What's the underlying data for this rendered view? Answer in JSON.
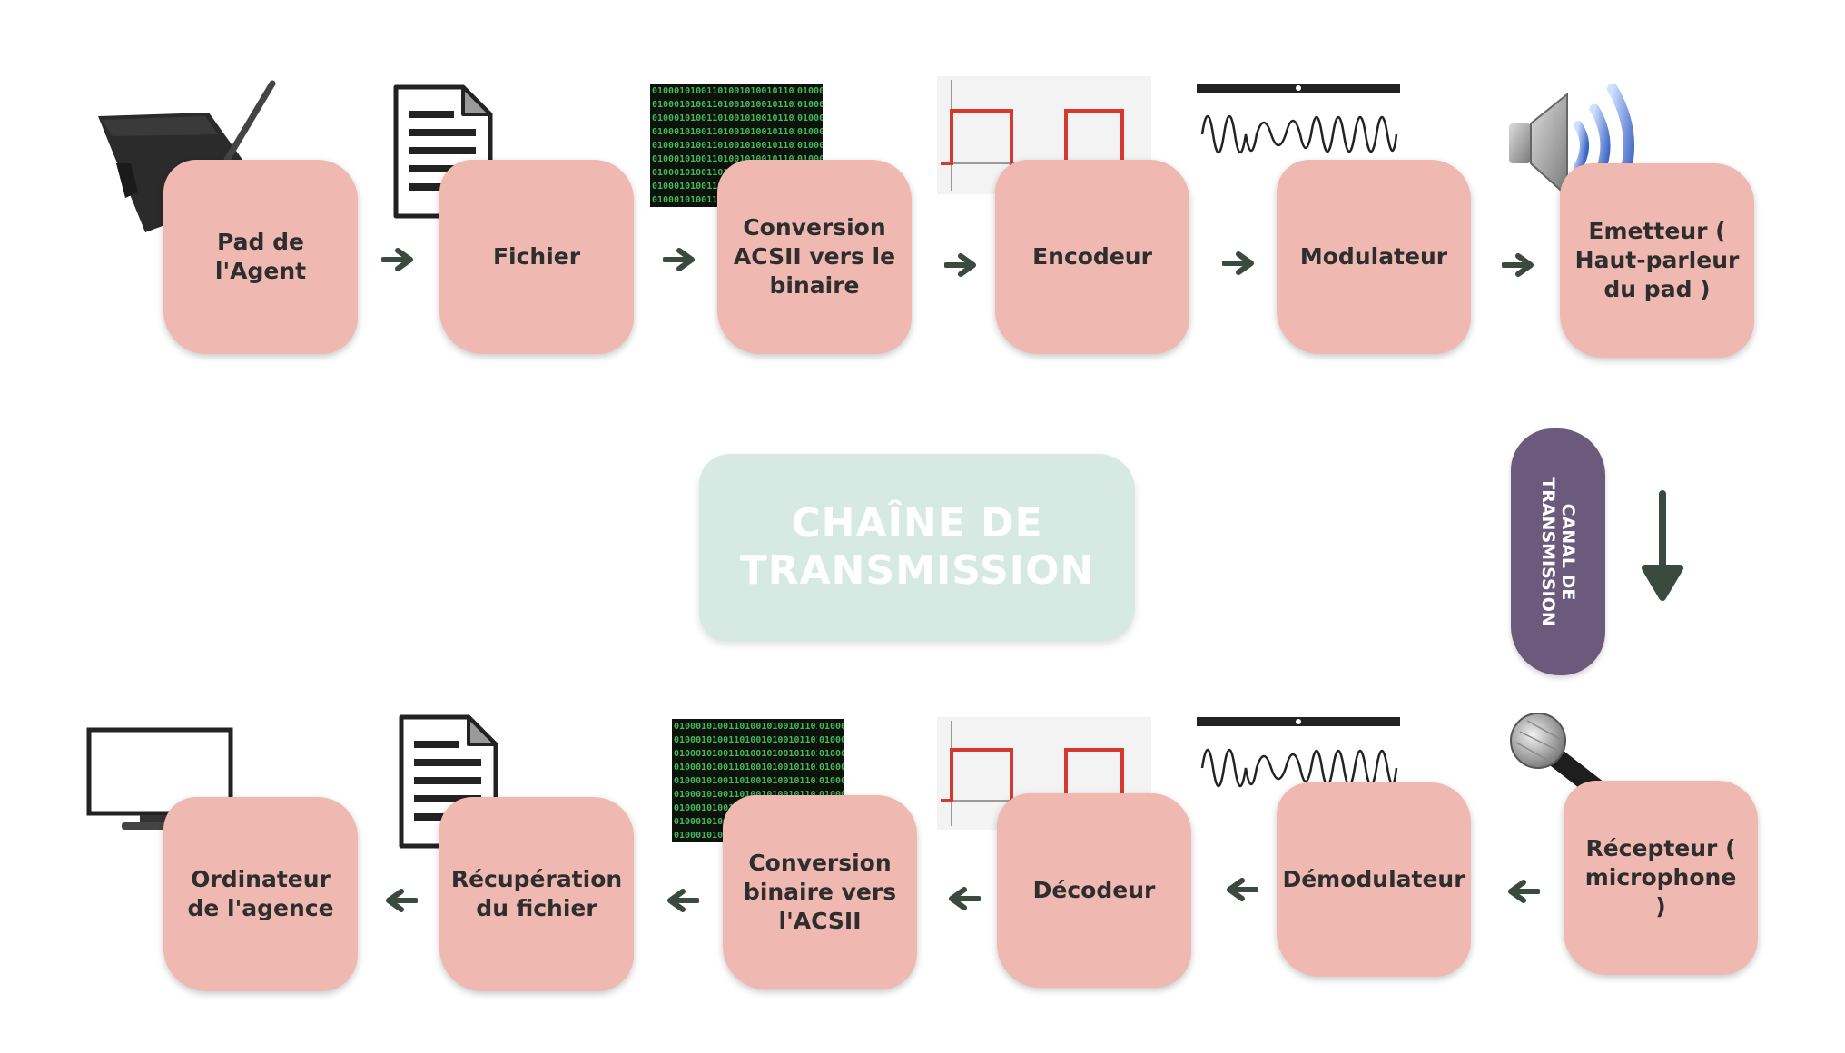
{
  "title": {
    "line1": "CHAÎNE DE",
    "line2": "TRANSMISSION"
  },
  "channel": {
    "line1": "CANAL DE",
    "line2": "TRANSMISSION"
  },
  "emission_chain": [
    {
      "label": "Pad de l'Agent",
      "illustration": "graphics-tablet-icon"
    },
    {
      "label": "Fichier",
      "illustration": "document-icon"
    },
    {
      "label": "Conversion ACSII vers le binaire",
      "illustration": "binary-code-image"
    },
    {
      "label": "Encodeur",
      "illustration": "square-wave-icon"
    },
    {
      "label": "Modulateur",
      "illustration": "modulated-signal-icon"
    },
    {
      "label": "Emetteur ( Haut-parleur du pad )",
      "illustration": "speaker-icon"
    }
  ],
  "reception_chain": [
    {
      "label": "Récepteur ( microphone )",
      "illustration": "microphone-icon"
    },
    {
      "label": "Démodulateur",
      "illustration": "modulated-signal-icon"
    },
    {
      "label": "Décodeur",
      "illustration": "square-wave-icon"
    },
    {
      "label": "Conversion binaire vers l'ACSII",
      "illustration": "binary-code-image"
    },
    {
      "label": "Récupération du fichier",
      "illustration": "document-icon"
    },
    {
      "label": "Ordinateur de l'agence",
      "illustration": "monitor-icon"
    }
  ],
  "colors": {
    "box": "#efb8b0",
    "title_box": "#d6e9e3",
    "channel": "#6c5a7c",
    "arrow": "#3b4a3e",
    "binary_text": "#4fd26a"
  }
}
